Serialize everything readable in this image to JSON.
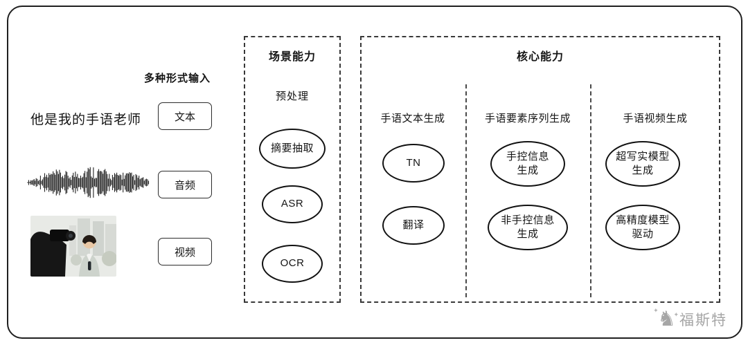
{
  "input": {
    "title": "多种形式输入",
    "text_sample": "他是我的手语老师",
    "labels": {
      "text": "文本",
      "audio": "音频",
      "video": "视频"
    }
  },
  "scene": {
    "title": "场景能力",
    "subtitle": "预处理",
    "nodes": [
      "摘要抽取",
      "ASR",
      "OCR"
    ]
  },
  "core": {
    "title": "核心能力",
    "columns": [
      {
        "header": "手语文本生成",
        "nodes": [
          "TN",
          "翻译"
        ]
      },
      {
        "header": "手语要素序列生成",
        "nodes": [
          "手控信息\n生成",
          "非手控信息\n生成"
        ]
      },
      {
        "header": "手语视频生成",
        "nodes": [
          "超写实模型\n生成",
          "高精度模型\n驱动"
        ]
      }
    ]
  },
  "watermark": {
    "text": "福斯特",
    "icon": "chess-knight-icon"
  },
  "colors": {
    "line": "#1f1f1f",
    "dashed": "#383838",
    "watermark": "#a6a6a6"
  }
}
